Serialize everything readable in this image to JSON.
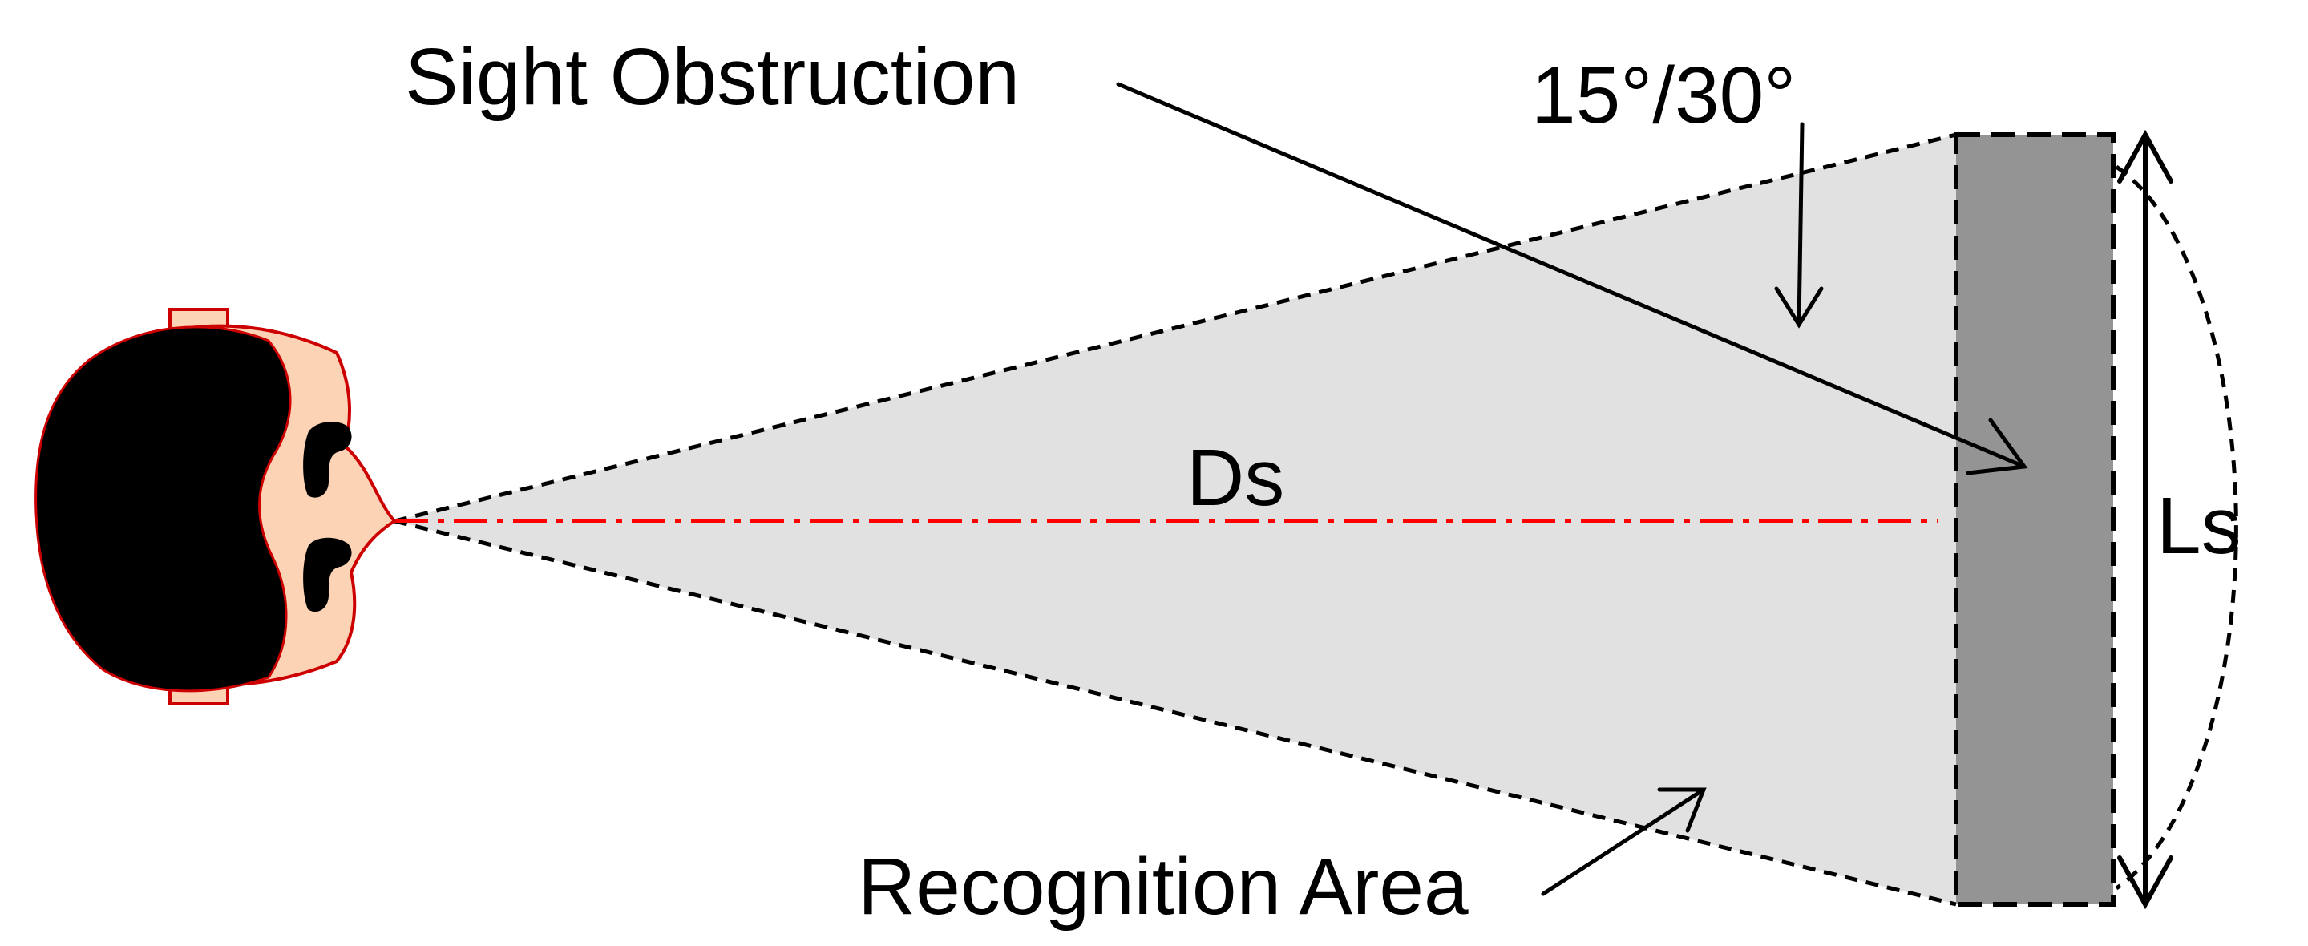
{
  "labels": {
    "sight_obstruction": "Sight Obstruction",
    "angle": "15°/30°",
    "distance": "Ds",
    "length": "Ls",
    "recognition_area": "Recognition Area"
  },
  "colors": {
    "recognition_area_fill": "#e1e1e1",
    "obstruction_fill": "#949494",
    "sight_line": "#ff0000",
    "skin": "#fdd3b5",
    "hair": "#000000",
    "head_outline": "#cc0000",
    "dashed_lines": "#000000"
  },
  "icons": {
    "viewer": "person-head-top-view-icon"
  }
}
